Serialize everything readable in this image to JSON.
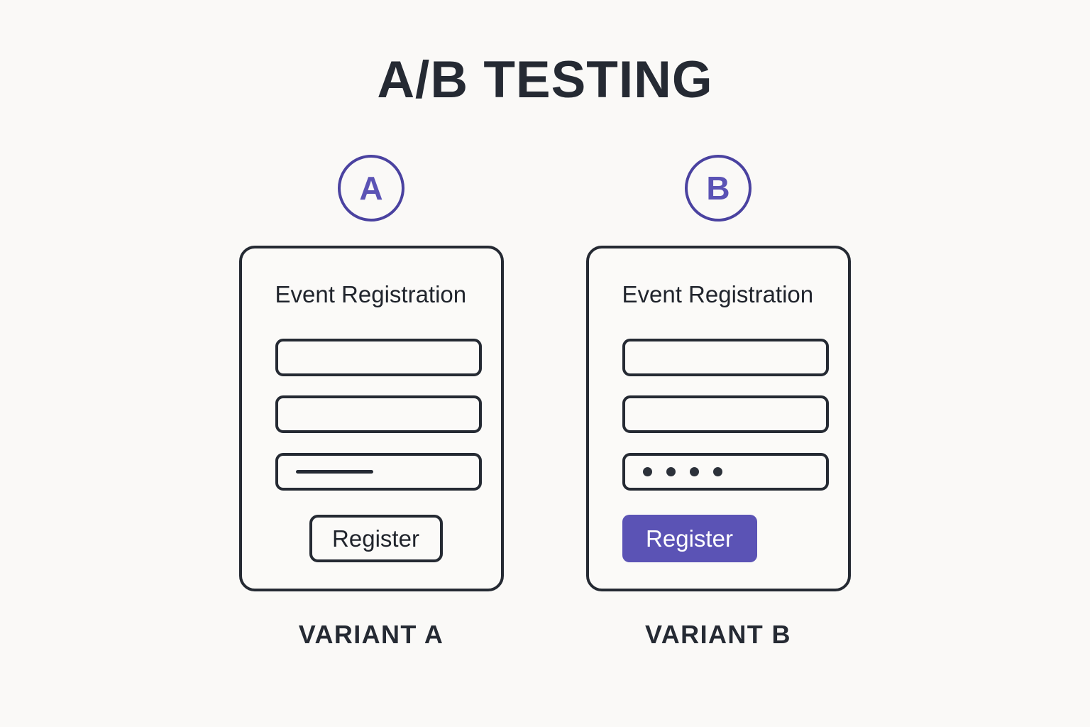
{
  "page": {
    "title": "A/B TESTING",
    "background_color": "#faf9f7",
    "ink_color": "#252a33",
    "accent_color": "#5b53b5",
    "badge_stroke_color": "#4a42a0"
  },
  "variants": [
    {
      "badge_letter": "A",
      "card_title": "Event Registration",
      "fields": [
        {
          "type": "empty",
          "content": ""
        },
        {
          "type": "empty",
          "content": ""
        },
        {
          "type": "text-line",
          "content": ""
        }
      ],
      "button": {
        "label": "Register",
        "style": "outline",
        "fill": "none",
        "text_color": "#20242c"
      },
      "label": "VARIANT A"
    },
    {
      "badge_letter": "B",
      "card_title": "Event Registration",
      "fields": [
        {
          "type": "empty",
          "content": ""
        },
        {
          "type": "empty",
          "content": ""
        },
        {
          "type": "dots",
          "dot_count": 4,
          "content": ""
        }
      ],
      "button": {
        "label": "Register",
        "style": "filled",
        "fill": "#5b53b5",
        "text_color": "#ffffff"
      },
      "label": "VARIANT B"
    }
  ]
}
